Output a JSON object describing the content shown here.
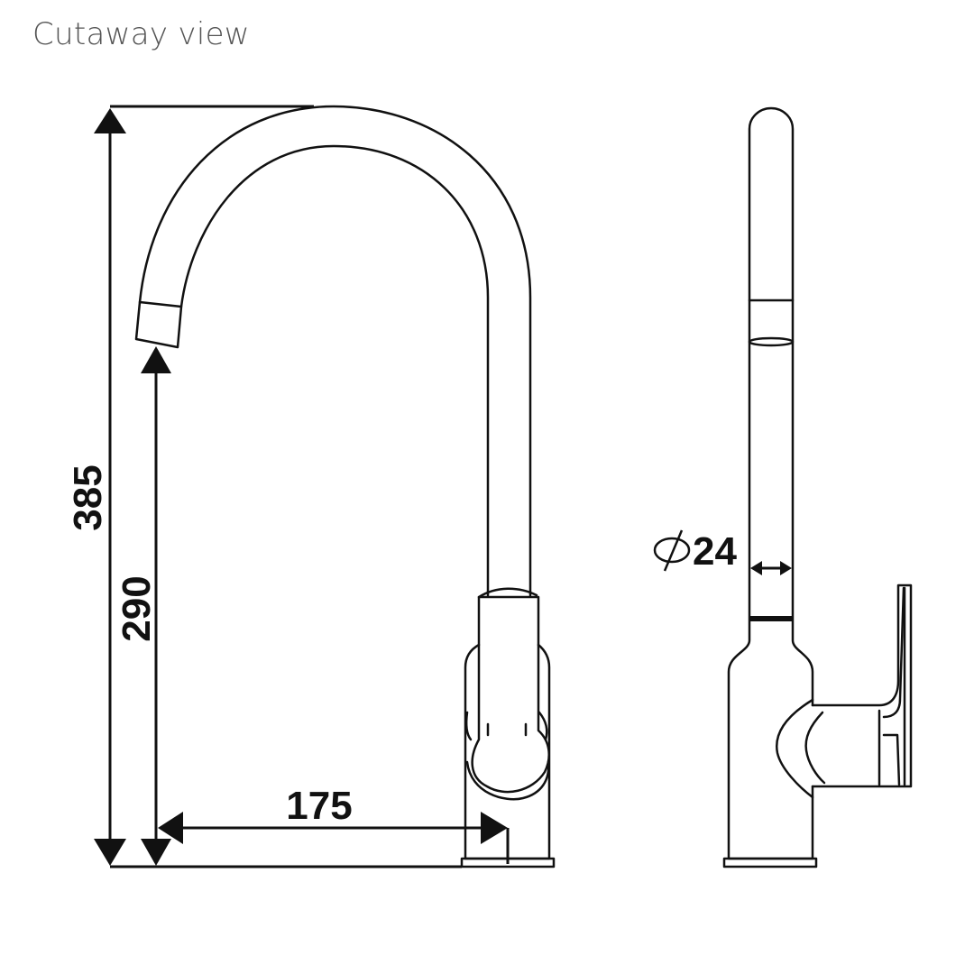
{
  "caption": "Cutaway view",
  "dimensions": {
    "overall_height": "385",
    "spout_height": "290",
    "reach": "175",
    "diameter": "24"
  },
  "colors": {
    "line": "#111111",
    "caption": "#555555",
    "background": "#ffffff"
  }
}
